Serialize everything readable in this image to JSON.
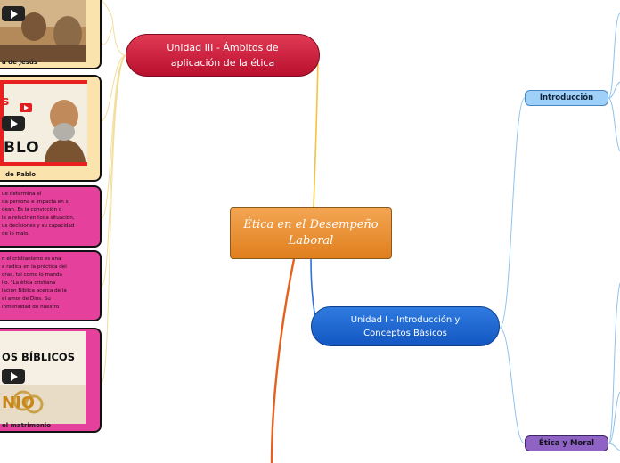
{
  "central": {
    "label": "Ética en el Desempeño Laboral"
  },
  "unidad3": {
    "label": "Unidad III - Ámbitos de aplicación de la ética"
  },
  "unidad1": {
    "label": "Unidad I - Introducción y Conceptos Básicos"
  },
  "introduccion": {
    "label": "Introducción"
  },
  "etica_moral": {
    "label": "Ética y Moral"
  },
  "cards": {
    "jesus": {
      "caption": "a de Jesús"
    },
    "pablo": {
      "caption": "de Pablo",
      "thumb_logo": "s",
      "thumb_text": "BLO"
    },
    "text1": {
      "lines": "ue determina el\nda persona e impacta en sí\ndean. Es la convicción o\nle a relucir en toda situación,\nus decisiones y su capacidad\nde lo malo."
    },
    "text2": {
      "lines": "n el cristianismo es una\ne radica en la práctica del\noras, tal como lo manda\nlio. \"La ética cristiana\nlación Bíblica acerca de la\nel amor de Dios. Su\ninmensidad de nuestro"
    },
    "biblicos": {
      "caption": "el matrimonio",
      "thumb_line1": "OS BÍBLICOS",
      "thumb_line2": "NÍO"
    }
  },
  "colors": {
    "central": "#e8891f",
    "unidad3": "#cc1f3d",
    "unidad1": "#1a63d1",
    "introduccion": "#9fd0f7",
    "etica_moral": "#8f63c3",
    "card_text_bg": "#e5419c",
    "card_img_bg": "#fbe3ad"
  }
}
